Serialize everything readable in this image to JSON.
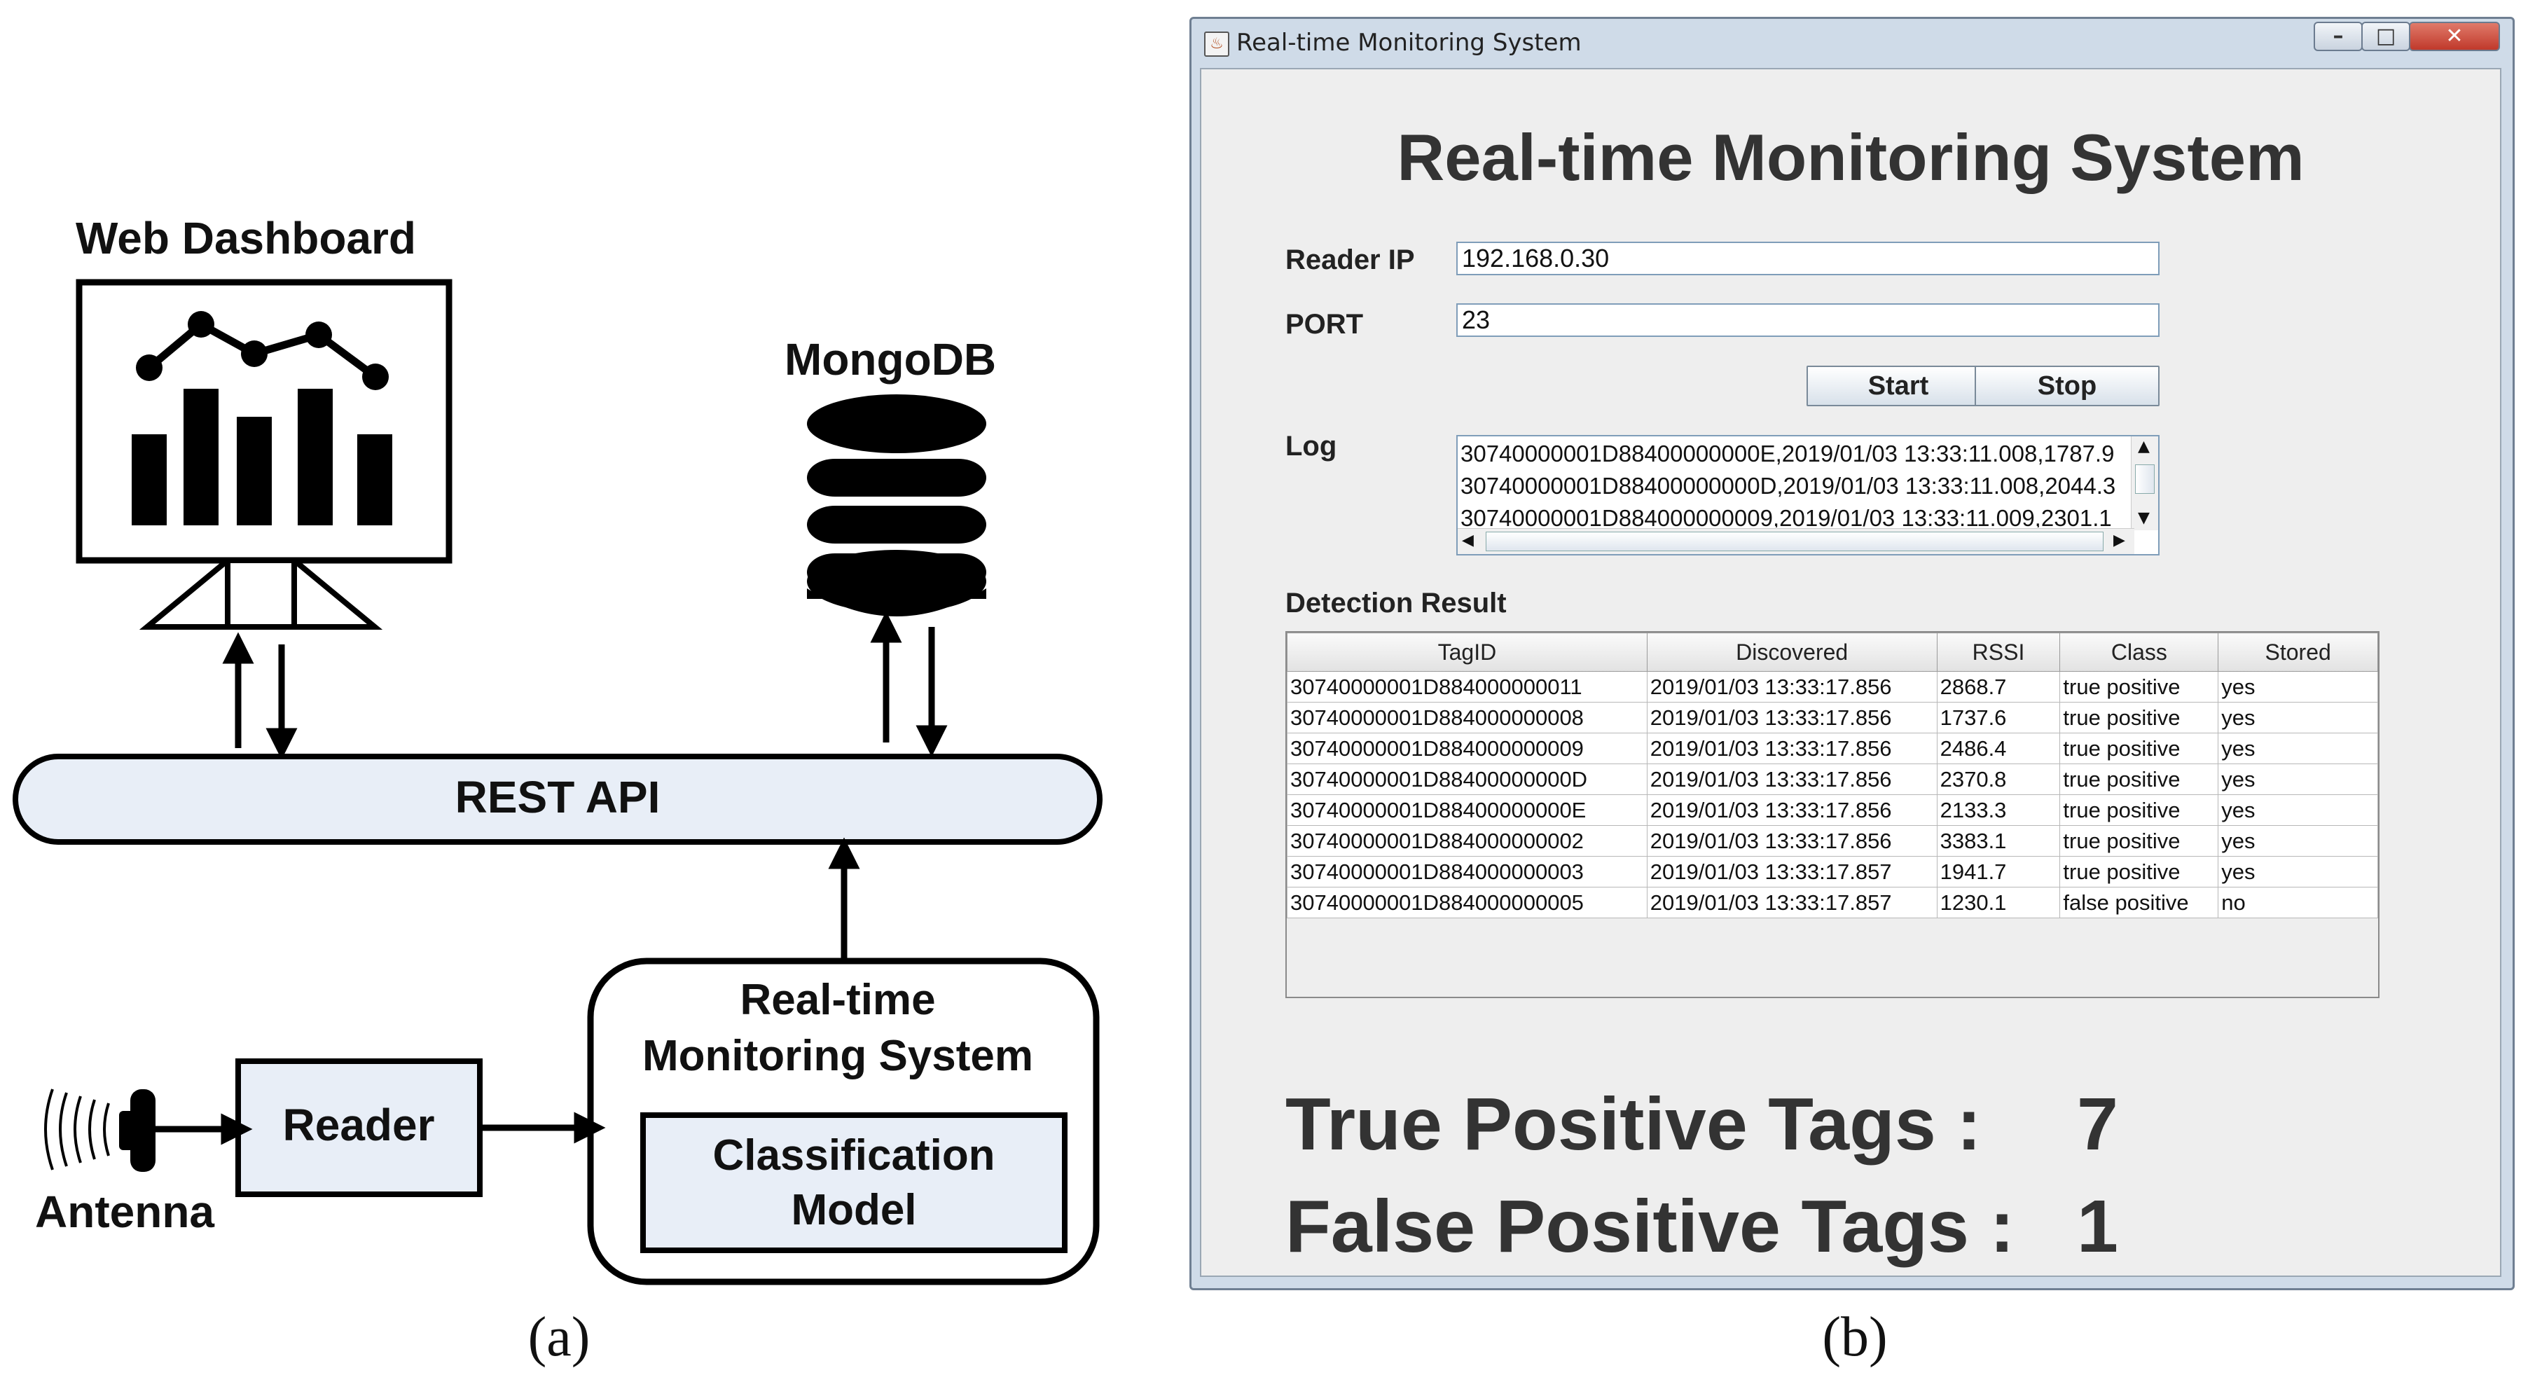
{
  "diagram": {
    "web_dashboard": "Web Dashboard",
    "mongodb": "MongoDB",
    "rest_api": "REST API",
    "rtms_line1": "Real-time",
    "rtms_line2": "Monitoring System",
    "classification_line1": "Classification",
    "classification_line2": "Model",
    "reader": "Reader",
    "antenna": "Antenna",
    "caption_a": "(a)",
    "caption_b": "(b)"
  },
  "window": {
    "title": "Real-time Monitoring System",
    "minimize_icon": "minimize-icon",
    "maximize_icon": "maximize-icon",
    "close_icon": "close-icon",
    "heading": "Real-time Monitoring System",
    "reader_ip_label": "Reader IP",
    "reader_ip_value": "192.168.0.30",
    "port_label": "PORT",
    "port_value": "23",
    "start_label": "Start",
    "stop_label": "Stop",
    "log_label": "Log",
    "log_lines": [
      "30740000001D88400000000E,2019/01/03 13:33:11.008,1787.9",
      "30740000001D88400000000D,2019/01/03 13:33:11.008,2044.3",
      "30740000001D884000000009,2019/01/03 13:33:11.009,2301.1"
    ],
    "detection_result_label": "Detection Result",
    "table": {
      "columns": [
        "TagID",
        "Discovered",
        "RSSI",
        "Class",
        "Stored"
      ],
      "rows": [
        [
          "30740000001D884000000011",
          "2019/01/03 13:33:17.856",
          "2868.7",
          "true positive",
          "yes"
        ],
        [
          "30740000001D884000000008",
          "2019/01/03 13:33:17.856",
          "1737.6",
          "true positive",
          "yes"
        ],
        [
          "30740000001D884000000009",
          "2019/01/03 13:33:17.856",
          "2486.4",
          "true positive",
          "yes"
        ],
        [
          "30740000001D88400000000D",
          "2019/01/03 13:33:17.856",
          "2370.8",
          "true positive",
          "yes"
        ],
        [
          "30740000001D88400000000E",
          "2019/01/03 13:33:17.856",
          "2133.3",
          "true positive",
          "yes"
        ],
        [
          "30740000001D884000000002",
          "2019/01/03 13:33:17.856",
          "3383.1",
          "true positive",
          "yes"
        ],
        [
          "30740000001D884000000003",
          "2019/01/03 13:33:17.857",
          "1941.7",
          "true positive",
          "yes"
        ],
        [
          "30740000001D884000000005",
          "2019/01/03 13:33:17.857",
          "1230.1",
          "false positive",
          "no"
        ]
      ]
    },
    "true_positive_label": "True Positive Tags :",
    "true_positive_count": "7",
    "false_positive_label": "False Positive Tags :",
    "false_positive_count": "1"
  },
  "colors": {
    "box_fill": "#e8eef7",
    "ink": "#000000",
    "window_frame": "#cfdbe8",
    "window_client": "#eeeeee"
  }
}
